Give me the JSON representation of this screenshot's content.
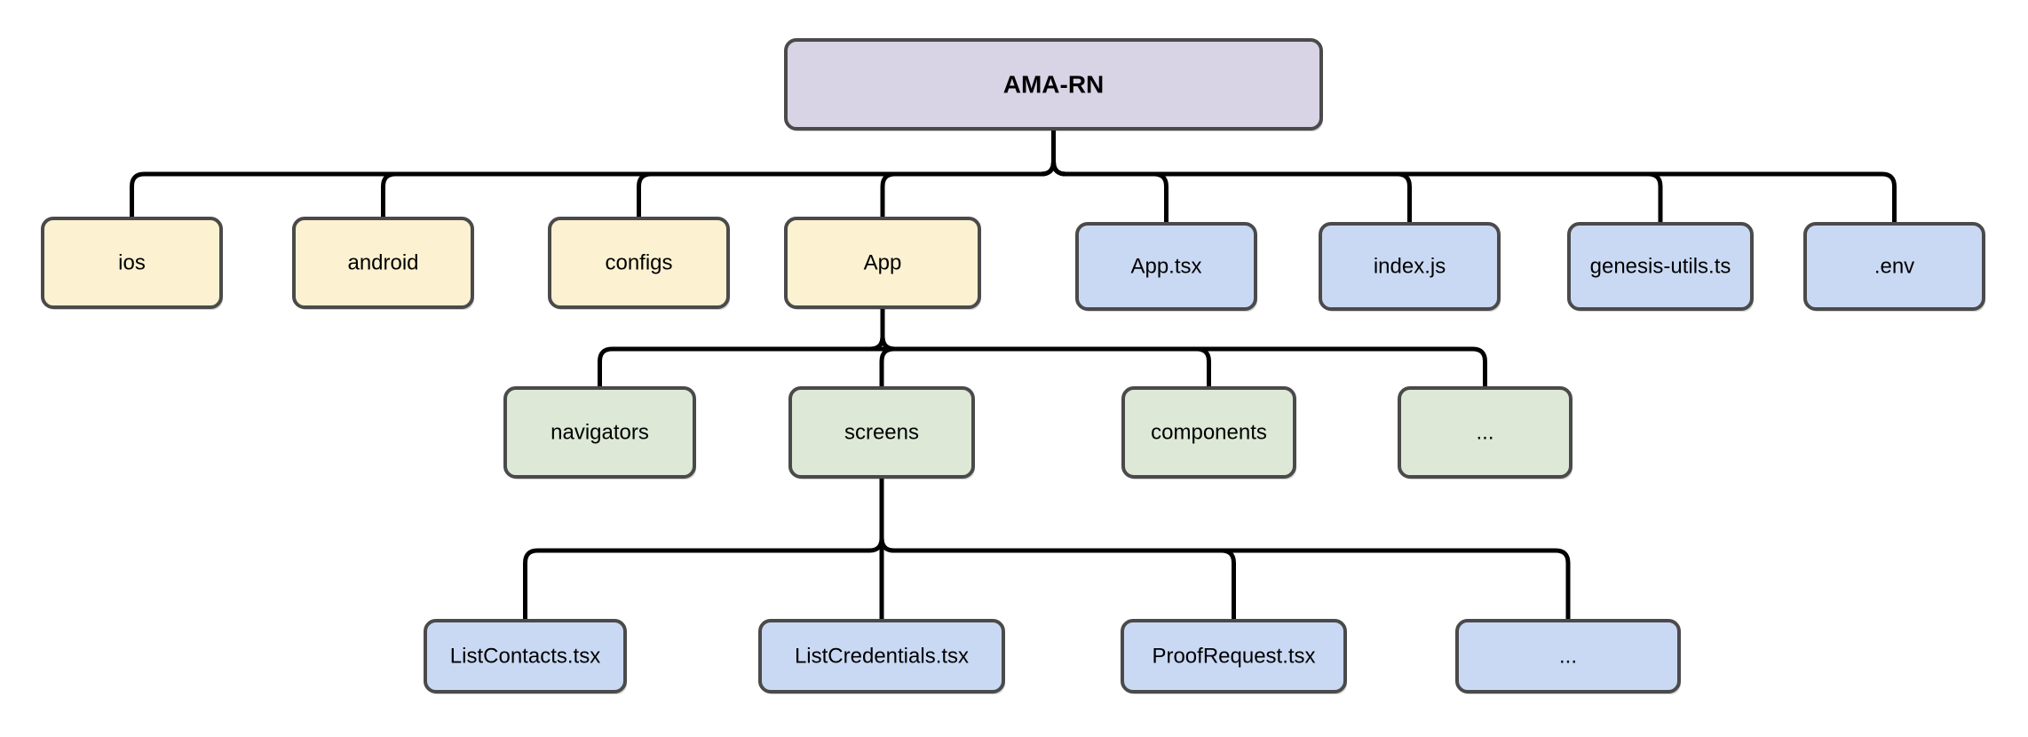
{
  "palette": {
    "root": "#d9d3e6",
    "folder": "#fcf1d1",
    "file": "#cad9f3",
    "subfolder": "#dde9d6",
    "border": "#4a4a4a",
    "connector": "#000000"
  },
  "tree": {
    "root": {
      "label": "AMA-RN",
      "kind": "root"
    },
    "level1": [
      {
        "label": "ios",
        "kind": "folder"
      },
      {
        "label": "android",
        "kind": "folder"
      },
      {
        "label": "configs",
        "kind": "folder"
      },
      {
        "label": "App",
        "kind": "folder"
      },
      {
        "label": "App.tsx",
        "kind": "file"
      },
      {
        "label": "index.js",
        "kind": "file"
      },
      {
        "label": "genesis-utils.ts",
        "kind": "file"
      },
      {
        "label": ".env",
        "kind": "file"
      }
    ],
    "app_children": [
      {
        "label": "navigators",
        "kind": "subfolder"
      },
      {
        "label": "screens",
        "kind": "subfolder"
      },
      {
        "label": "components",
        "kind": "subfolder"
      },
      {
        "label": "...",
        "kind": "subfolder"
      }
    ],
    "screens_children": [
      {
        "label": "ListContacts.tsx",
        "kind": "file"
      },
      {
        "label": "ListCredentials.tsx",
        "kind": "file"
      },
      {
        "label": "ProofRequest.tsx",
        "kind": "file"
      },
      {
        "label": "...",
        "kind": "file"
      }
    ]
  }
}
